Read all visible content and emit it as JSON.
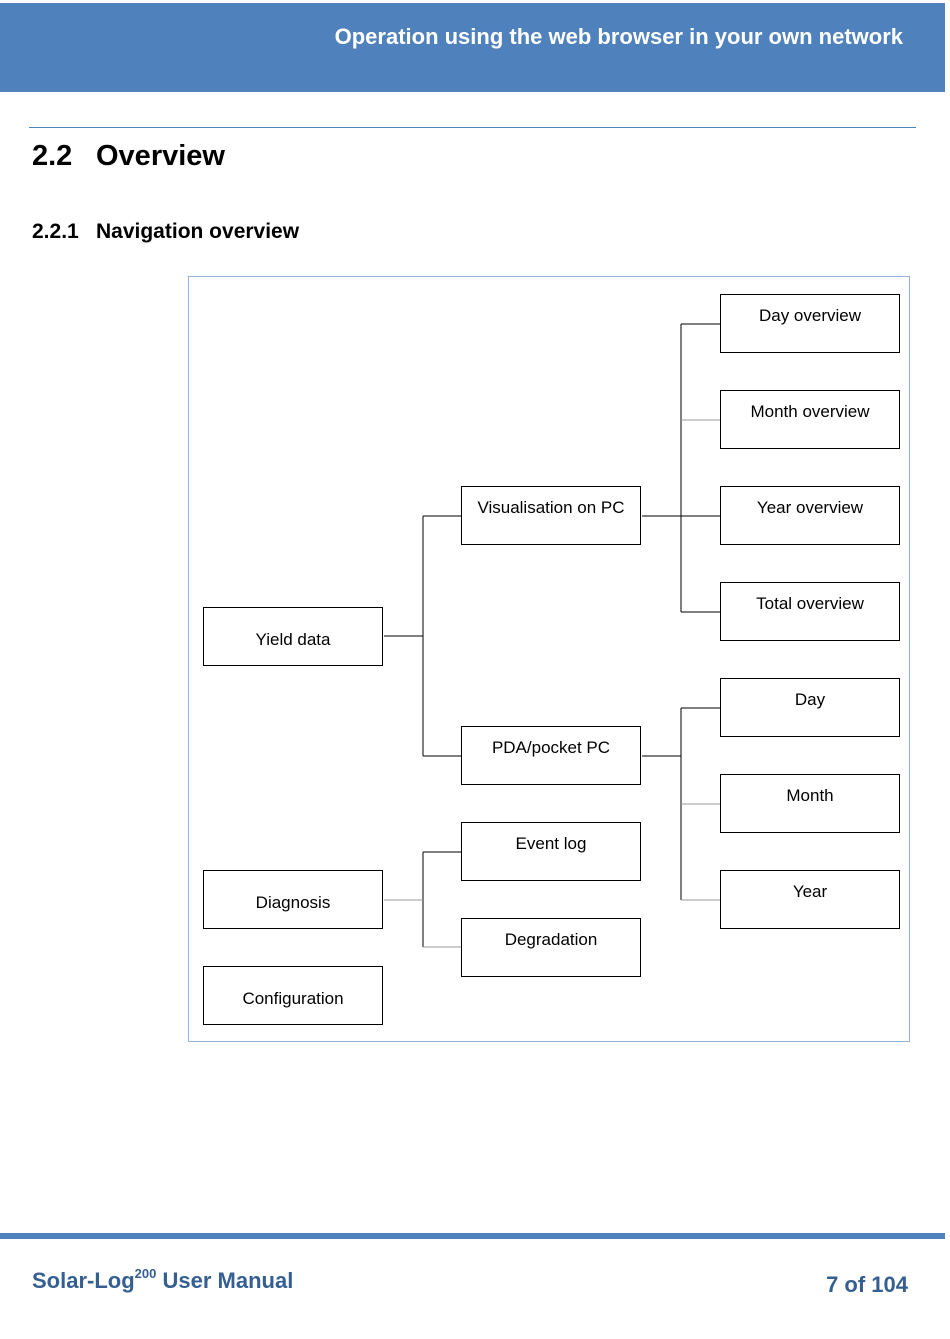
{
  "header": {
    "title": "Operation using the web browser in your own network"
  },
  "section": {
    "number": "2.2",
    "title": "Overview"
  },
  "subsection": {
    "number": "2.2.1",
    "title": "Navigation overview"
  },
  "diagram": {
    "nodes": {
      "yield_data": "Yield data",
      "diagnosis": "Diagnosis",
      "configuration": "Configuration",
      "visualisation_pc": "Visualisation on PC",
      "pda_pocket_pc": "PDA/pocket PC",
      "event_log": "Event log",
      "degradation": "Degradation",
      "day_overview": "Day overview",
      "month_overview": "Month overview",
      "year_overview": "Year overview",
      "total_overview": "Total overview",
      "day": "Day",
      "month": "Month",
      "year": "Year"
    }
  },
  "footer": {
    "product": "Solar-Log",
    "superscript": "200",
    "manual": " User Manual",
    "page": "7 of 104"
  }
}
